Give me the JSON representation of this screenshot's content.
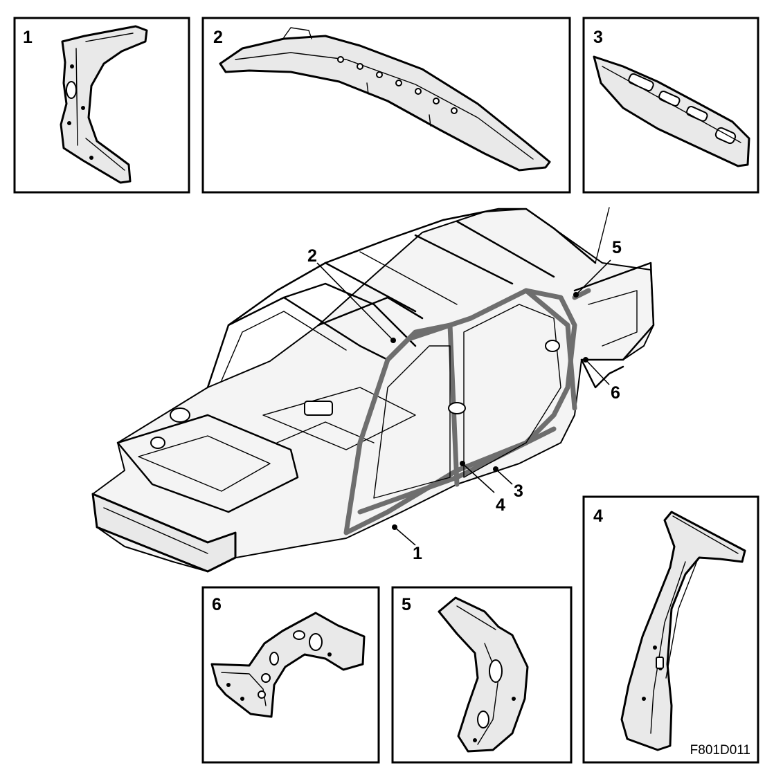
{
  "diagram_code": "F801D011",
  "panel_labels": {
    "p1": "1",
    "p2": "2",
    "p3": "3",
    "p4": "4",
    "p5": "5",
    "p6": "6"
  },
  "callout_labels": {
    "c1": "1",
    "c2": "2",
    "c3": "3",
    "c4": "4",
    "c5": "5",
    "c6": "6"
  }
}
